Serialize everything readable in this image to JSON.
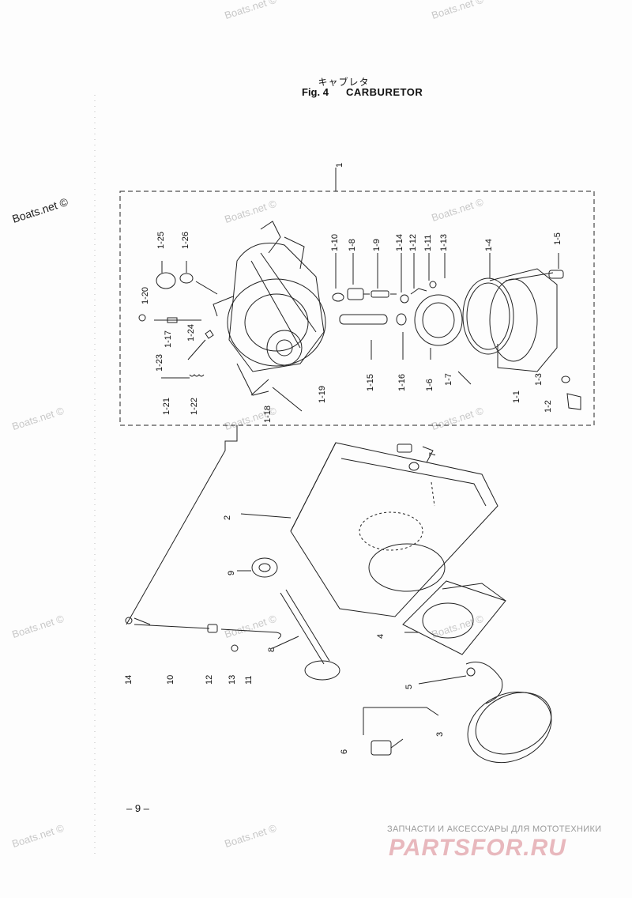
{
  "header": {
    "title_jp": "キャブレタ",
    "fig_label": "Fig. 4",
    "fig_name": "CARBURETOR"
  },
  "watermarks": {
    "boats": "Boats.net ©"
  },
  "part_labels": {
    "p1": "1",
    "p1_1": "1-1",
    "p1_2": "1-2",
    "p1_3": "1-3",
    "p1_4": "1-4",
    "p1_5": "1-5",
    "p1_6": "1-6",
    "p1_7": "1-7",
    "p1_8": "1-8",
    "p1_9": "1-9",
    "p1_10": "1-10",
    "p1_11": "1-11",
    "p1_12": "1-12",
    "p1_13": "1-13",
    "p1_14": "1-14",
    "p1_15": "1-15",
    "p1_16": "1-16",
    "p1_17": "1-17",
    "p1_18": "1-18",
    "p1_19": "1-19",
    "p1_20": "1-20",
    "p1_21": "1-21",
    "p1_22": "1-22",
    "p1_23": "1-23",
    "p1_24": "1-24",
    "p1_25": "1-25",
    "p1_26": "1-26",
    "p2": "2",
    "p3": "3",
    "p4": "4",
    "p5": "5",
    "p6": "6",
    "p7": "7",
    "p8": "8",
    "p9": "9",
    "p10": "10",
    "p11": "11",
    "p12": "12",
    "p13": "13",
    "p14": "14"
  },
  "footer": {
    "page_number": "– 9 –",
    "brand_tagline": "ЗАПЧАСТИ И АКСЕССУАРЫ ДЛЯ МОТОТЕХНИКИ",
    "brand_logo": "PARTSFOR.RU"
  }
}
